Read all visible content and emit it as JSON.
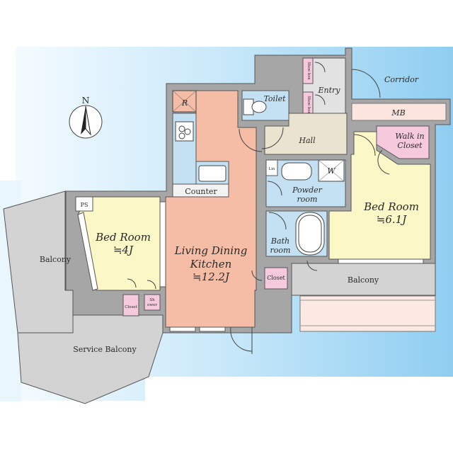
{
  "compass": {
    "north_label": "N"
  },
  "rooms": {
    "ldk_line1": "Living Dining",
    "ldk_line2": "Kitchen",
    "ldk_size": "≒12.2J",
    "bed_left_name": "Bed Room",
    "bed_left_size": "≒4J",
    "bed_right_name": "Bed Room",
    "bed_right_size": "≒6.1J",
    "toilet": "Toilet",
    "entry": "Entry",
    "hall": "Hall",
    "corridor": "Corridor",
    "mb": "MB",
    "walk_in_line1": "Walk in",
    "walk_in_line2": "Closet",
    "powder_line1": "Powder",
    "powder_line2": "room",
    "bath_line1": "Bath",
    "bath_line2": "room",
    "closet_center": "Closet",
    "closet_small": "Closet",
    "shoe_small_line1": "Sh",
    "shoe_small_line2": "ower",
    "counter": "Counter",
    "balcony_left": "Balcony",
    "balcony_right": "Balcony",
    "service_balcony": "Service Balcony",
    "ps": "PS",
    "fridge": "R",
    "washer": "W",
    "linen": "Lin",
    "shoe_box_1": "Shoe box",
    "shoe_box_2": "Shoe box"
  },
  "colors": {
    "ldk": "#f5bda6",
    "bedroom": "#fbf7c6",
    "wet_area": "#c3e1f2",
    "hall": "#e9e3cf",
    "closet": "#f6c9dd",
    "wall": "#a6a6a6",
    "balcony": "#d3d3d3",
    "sky_start": "#9fd5f2",
    "sky_end": "#eef8fe"
  }
}
